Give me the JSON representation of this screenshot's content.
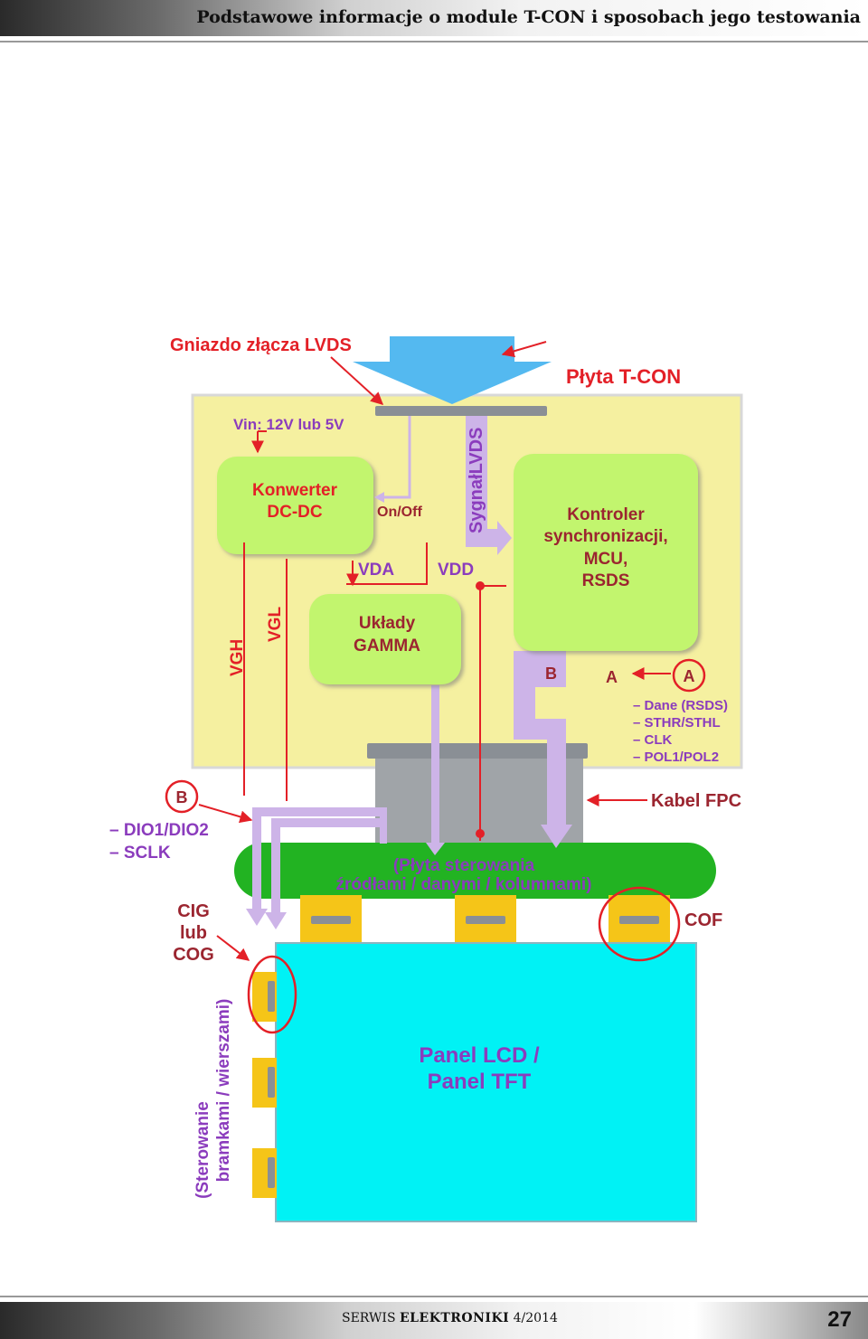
{
  "header": {
    "title": "Podstawowe informacje o module T-CON i sposobach jego testowania"
  },
  "footer": {
    "magazine_part1": "SERWIS",
    "magazine_part2": "ELEKTRONIKI",
    "issue": "4/2014",
    "page_number": "27"
  },
  "diagram": {
    "labels": {
      "lvds_socket": "Gniazdo złącza LVDS",
      "tcon_board": "Płyta T-CON",
      "vin": "Vin: 12V lub 5V",
      "dcdc_line1": "Konwerter",
      "dcdc_line2": "DC-DC",
      "onoff": "On/Off",
      "lvds_signal": "SygnałLVDS",
      "controller_line1": "Kontroler",
      "controller_line2": "synchronizacji,",
      "controller_line3": "MCU,",
      "controller_line4": "RSDS",
      "vda": "VDA",
      "vdd": "VDD",
      "vgh": "VGH",
      "vgl": "VGL",
      "gamma_line1": "Układy",
      "gamma_line2": "GAMMA",
      "b_label": "B",
      "a_label": "A",
      "a_marker": "A",
      "a_signals": [
        "– Dane (RSDS)",
        "– STHR/STHL",
        "– CLK",
        "– POL1/POL2"
      ],
      "b_marker": "B",
      "b_signals": [
        "– DIO1/DIO2",
        "– SCLK"
      ],
      "fpc_cable": "Kabel FPC",
      "source_board_line1": "(Płyta sterowania",
      "source_board_line2": "źródłami / danymi / kolumnami)",
      "cig_line1": "CIG",
      "cig_line2": "lub",
      "cig_line3": "COG",
      "cof": "COF",
      "gate_control_line1": "(Sterowanie",
      "gate_control_line2": "bramkami / wierszami)",
      "panel_line1": "Panel LCD /",
      "panel_line2": "Panel TFT"
    },
    "colors": {
      "board_bg": "#f5f0a0",
      "block_green": "#c2f56e",
      "source_board": "#22b322",
      "panel": "#00f2f5",
      "chip": "#f5c518",
      "signal_lilac": "#cdb4e8",
      "lvds_arrow": "#54b9f0",
      "label_red": "#e32027",
      "label_dark_red": "#9b2530",
      "label_purple": "#8b3cbd",
      "fpc_gray": "#a0a4a8"
    }
  }
}
